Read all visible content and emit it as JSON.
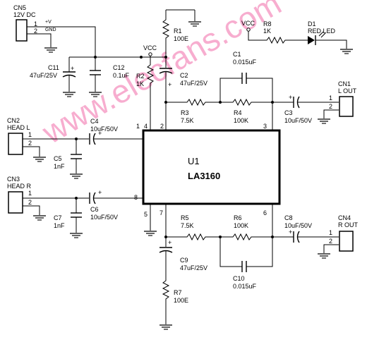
{
  "watermark": "www.elecfans.com",
  "ic": {
    "ref": "U1",
    "part": "LA3160",
    "pins": [
      "1",
      "2",
      "3",
      "4",
      "5",
      "6",
      "7",
      "8"
    ]
  },
  "vcc": [
    "VCC",
    "VCC"
  ],
  "connectors": {
    "cn5": {
      "ref": "CN5",
      "desc": "12V DC",
      "p1": "1",
      "p2": "2",
      "n1": "+V",
      "n2": "GND"
    },
    "cn2": {
      "ref": "CN2",
      "desc": "HEAD L",
      "p1": "1",
      "p2": "2"
    },
    "cn3": {
      "ref": "CN3",
      "desc": "HEAD R",
      "p1": "1",
      "p2": "2"
    },
    "cn1": {
      "ref": "CN1",
      "desc": "L OUT",
      "p1": "1",
      "p2": "2"
    },
    "cn4": {
      "ref": "CN4",
      "desc": "R OUT",
      "p1": "1",
      "p2": "2"
    }
  },
  "components": {
    "c11": {
      "ref": "C11",
      "value": "47uF/25V"
    },
    "c12": {
      "ref": "C12",
      "value": "0.1uF"
    },
    "r1": {
      "ref": "R1",
      "value": "100E"
    },
    "r2": {
      "ref": "R2",
      "value": "1K"
    },
    "c2": {
      "ref": "C2",
      "value": "47uF/25V"
    },
    "r8": {
      "ref": "R8",
      "value": "1K"
    },
    "d1": {
      "ref": "D1",
      "value": "RED LED"
    },
    "c1": {
      "ref": "C1",
      "value": "0.015uF"
    },
    "r3": {
      "ref": "R3",
      "value": "7.5K"
    },
    "r4": {
      "ref": "R4",
      "value": "100K"
    },
    "c3": {
      "ref": "C3",
      "value": "10uF/50V"
    },
    "c4": {
      "ref": "C4",
      "value": "10uF/50V"
    },
    "c5": {
      "ref": "C5",
      "value": "1nF"
    },
    "c6": {
      "ref": "C6",
      "value": "10uF/50V"
    },
    "c7": {
      "ref": "C7",
      "value": "1nF"
    },
    "r5": {
      "ref": "R5",
      "value": "7.5K"
    },
    "r6": {
      "ref": "R6",
      "value": "100K"
    },
    "c8": {
      "ref": "C8",
      "value": "10uF/50V"
    },
    "c9": {
      "ref": "C9",
      "value": "47uF/25V"
    },
    "c10": {
      "ref": "C10",
      "value": "0.015uF"
    },
    "r7": {
      "ref": "R7",
      "value": "100E"
    }
  },
  "polarity_mark": "+"
}
